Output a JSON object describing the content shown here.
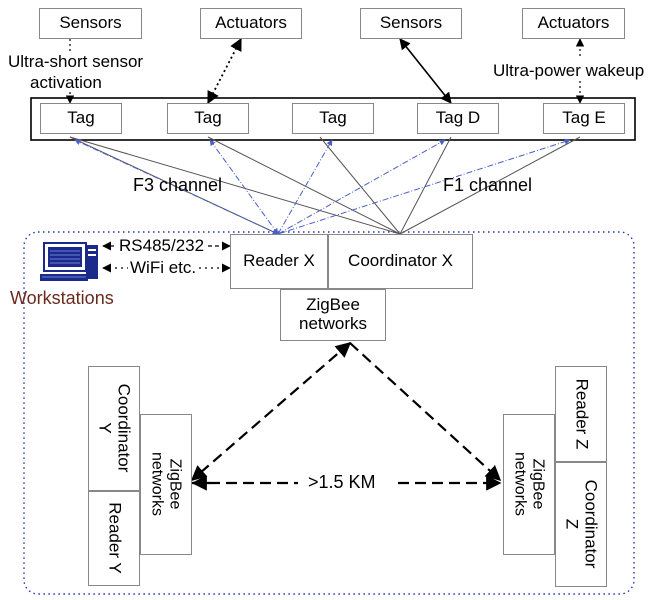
{
  "top": {
    "sensors_left": "Sensors",
    "actuators_left": "Actuators",
    "sensors_right": "Sensors",
    "actuators_right": "Actuators",
    "annotation_left_1": "Ultra-short sensor",
    "annotation_left_2": "activation",
    "annotation_right": "Ultra-power wakeup"
  },
  "tags": [
    "Tag",
    "Tag",
    "Tag",
    "Tag D",
    "Tag E"
  ],
  "channels": {
    "f3": "F3 channel",
    "f1": "F1 channel"
  },
  "workstation": {
    "label": "Workstations",
    "link_serial": "RS485/232",
    "link_wifi": "WiFi etc."
  },
  "node_x": {
    "reader": "Reader X",
    "coordinator": "Coordinator X",
    "zigbee": "ZigBee\nnetworks"
  },
  "node_y": {
    "coordinator": "Coordinator\nY",
    "zigbee": "ZigBee\nnetworks",
    "reader": "Reader Y"
  },
  "node_z": {
    "reader": "Reader Z",
    "zigbee": "ZigBee\nnetworks",
    "coordinator": "Coordinator\nZ"
  },
  "distance": ">1.5 KM",
  "colors": {
    "blue_link": "#4a5fc8",
    "gray_link": "#555555",
    "region_border": "#2233bb",
    "workstation_label": "#6b2a1e",
    "icon": "#1a2a8a"
  }
}
